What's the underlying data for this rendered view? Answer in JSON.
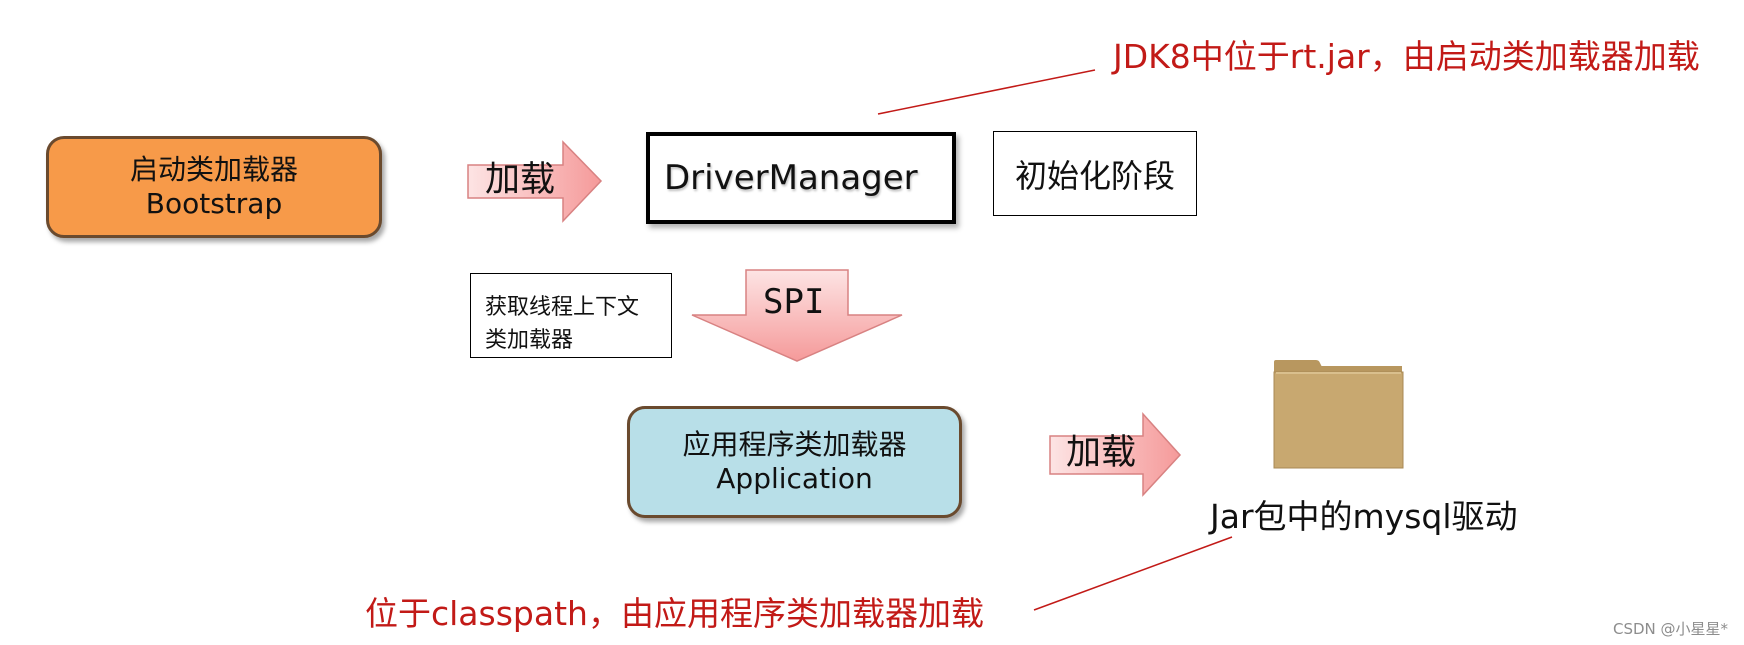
{
  "nodes": {
    "bootstrap": {
      "line1": "启动类加载器",
      "line2": "Bootstrap",
      "fill": "#f79a49"
    },
    "application": {
      "line1": "应用程序类加载器",
      "line2": "Application",
      "fill": "#b8dfe8"
    },
    "driver_manager": {
      "label": "DriverManager"
    },
    "init_phase": {
      "label": "初始化阶段"
    },
    "context_loader": {
      "line1": "获取线程上下文",
      "line2": "类加载器"
    },
    "jar": {
      "label": "Jar包中的mysql驱动",
      "icon": "folder-icon",
      "folder_color": "#c8a870"
    }
  },
  "arrows": {
    "load_top": "加载",
    "spi": "SPI",
    "load_bottom": "加载",
    "fill_start": "#fde4e4",
    "fill_end": "#f59a9a",
    "stroke": "#d88282"
  },
  "notes": {
    "top": "JDK8中位于rt.jar，由启动类加载器加载",
    "bottom": "位于classpath，由应用程序类加载器加载",
    "color": "#c21a17"
  },
  "watermark": "CSDN @小星星*"
}
